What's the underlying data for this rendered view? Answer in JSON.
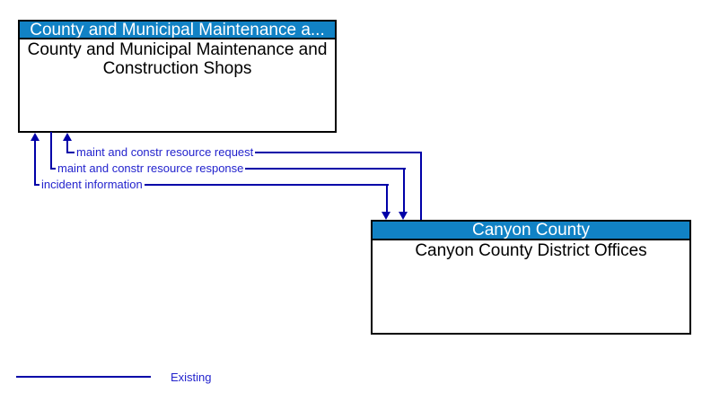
{
  "colors": {
    "header_bg": "#1182c5",
    "header_text": "#ffffff",
    "body_text": "#000000",
    "box_border": "#000000",
    "flow_line": "#0000a8",
    "flow_label_text": "#2323cd"
  },
  "boxes": {
    "top": {
      "header": "County and Municipal Maintenance a...",
      "body": "County and Municipal Maintenance and Construction Shops"
    },
    "bottom": {
      "header": "Canyon County",
      "body": "Canyon County District Offices"
    }
  },
  "flows": [
    {
      "label": "maint and constr resource request",
      "direction": "bottom-box-to-top-box"
    },
    {
      "label": "maint and constr resource response",
      "direction": "top-box-to-bottom-box"
    },
    {
      "label": "incident information",
      "direction": "bidirectional"
    }
  ],
  "legend": {
    "label": "Existing"
  }
}
